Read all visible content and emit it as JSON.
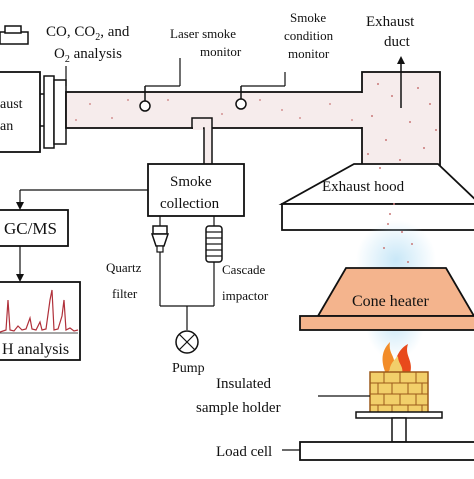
{
  "labels": {
    "gas_analysis_line1": "CO, CO",
    "gas_analysis_sub1": "2",
    "gas_analysis_and": ", and",
    "gas_analysis_o": "O",
    "gas_analysis_sub2": "2",
    "gas_analysis_line2": " analysis",
    "laser_monitor_line1": "Laser smoke",
    "laser_monitor_line2": "monitor",
    "smoke_condition_line1": "Smoke",
    "smoke_condition_line2": "condition",
    "smoke_condition_line3": "monitor",
    "exhaust_duct_line1": "Exhaust",
    "exhaust_duct_line2": "duct",
    "exhaust_fan_line1": "aust",
    "exhaust_fan_line2": "an",
    "exhaust_hood": "Exhaust hood",
    "smoke_collection_line1": "Smoke",
    "smoke_collection_line2": "collection",
    "gcms": "GC/MS",
    "pah_analysis": "H analysis",
    "quartz_filter_line1": "Quartz",
    "quartz_filter_line2": "filter",
    "cascade_impactor_line1": "Cascade",
    "cascade_impactor_line2": "impactor",
    "pump": "Pump",
    "cone_heater": "Cone heater",
    "insulated_holder_line1": "Insulated",
    "insulated_holder_line2": "sample holder",
    "load_cell": "Load cell"
  },
  "colors": {
    "duct_fill": "#f6ecec",
    "smoke_dots": "#c97a7a",
    "cone_heater_fill": "#f4b48d",
    "flame_orange": "#f28c28",
    "flame_red": "#e84a1c",
    "smoke_blue": "#bfe3f6",
    "brick_fill": "#f2cf6a",
    "brick_line": "#9b5a1a",
    "spectrum_line": "#b0303a"
  }
}
